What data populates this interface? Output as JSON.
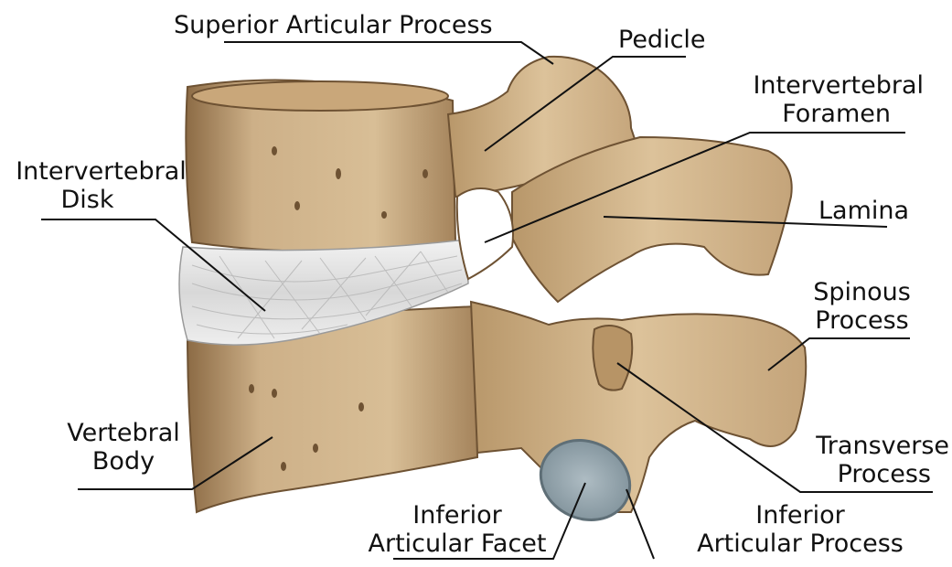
{
  "labels": {
    "superior_articular_process": "Superior Articular Process",
    "pedicle": "Pedicle",
    "intervertebral_foramen": [
      "Intervertebral",
      "Foramen"
    ],
    "intervertebral_disk": [
      "Intervertebral",
      "Disk"
    ],
    "lamina": "Lamina",
    "spinous_process": [
      "Spinous",
      "Process"
    ],
    "vertebral_body": [
      "Vertebral",
      "Body"
    ],
    "transverse_process": [
      "Transverse",
      "Process"
    ],
    "inferior_articular_facet": [
      "Inferior",
      "Articular Facet"
    ],
    "inferior_articular_process": [
      "Inferior",
      "Articular Process"
    ]
  },
  "colors": {
    "bone": "#d8bc8e",
    "bone_shadow": "#9c7a4e",
    "bone_dark": "#6e5233",
    "disk": "#e6e6e6",
    "facet": "#9fb0b8",
    "leader": "#111111"
  }
}
